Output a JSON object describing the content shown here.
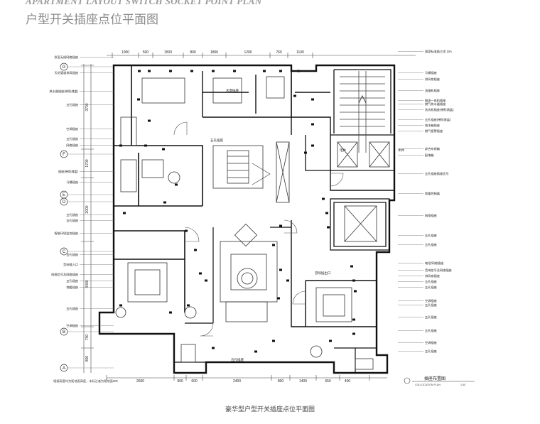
{
  "header": {
    "title_en": "APARTMENT LAYOUT SWITCH SOCKET POINT PLAN",
    "title_cn": "户型开关插座点位平面图"
  },
  "caption": "豪华型户型开关插座点位平面图",
  "plan_label": {
    "cn": "插座布置图",
    "en": "COLLOCATION PLAN",
    "scale": "1:50"
  },
  "grid_rows": [
    "G",
    "F",
    "E",
    "D",
    "C",
    "B",
    "A"
  ],
  "top_dims": [
    "1000",
    "500",
    "1500",
    "800",
    "1800",
    "1200",
    "760",
    "1100"
  ],
  "bottom_dims": [
    "2600",
    "900",
    "600",
    "2400",
    "800",
    "1400",
    "650",
    "400"
  ],
  "left_dims": [
    "3700",
    "1700",
    "2000",
    "3400",
    "700",
    "800"
  ],
  "left_notes": [
    "卧室无线网络插座",
    "天花管道排风插座",
    "热水器插座(带防溅盖)",
    "五孔插座",
    "空调插座",
    "五孔插座",
    "网络插座",
    "插座(带防溅盖)",
    "马桶插座",
    "五孔插座",
    "五孔插座",
    "智能环境监控插座",
    "五孔插座",
    "音响插入口",
    "网络信号及网络插座",
    "五孔插座",
    "地暖插座",
    "五孔插座",
    "空调插座"
  ],
  "right_notes": [
    "国家标准插三项 10A",
    "马桶插座",
    "排风扇插座",
    "油烟机插座",
    "微波一体机插座",
    "燃气热水器插座",
    "洗衣机插座(带防溅盖)",
    "五孔插座(带防溅盖)",
    "电冰箱插座",
    "燃气报警插座",
    "综合布线箱",
    "配电箱",
    "五孔插座插座信号",
    "地暖控制器",
    "网络插座",
    "五孔插座",
    "五孔插座",
    "电话/网络插座",
    "音响信号及网络插座",
    "排风扇插座",
    "五孔插座",
    "五孔插座",
    "空调插座",
    "五孔插座",
    "五孔插座",
    "五孔插座",
    "空调插座",
    "五孔插座"
  ],
  "inner_labels": {
    "socket_5hole": "五孔插座",
    "wet_sockets": "水景插座",
    "audio": "音响插出口",
    "well_left": "电井",
    "well_right": "水井"
  },
  "note": "墙插高度均为距地面高度，未标注者为距地面300"
}
